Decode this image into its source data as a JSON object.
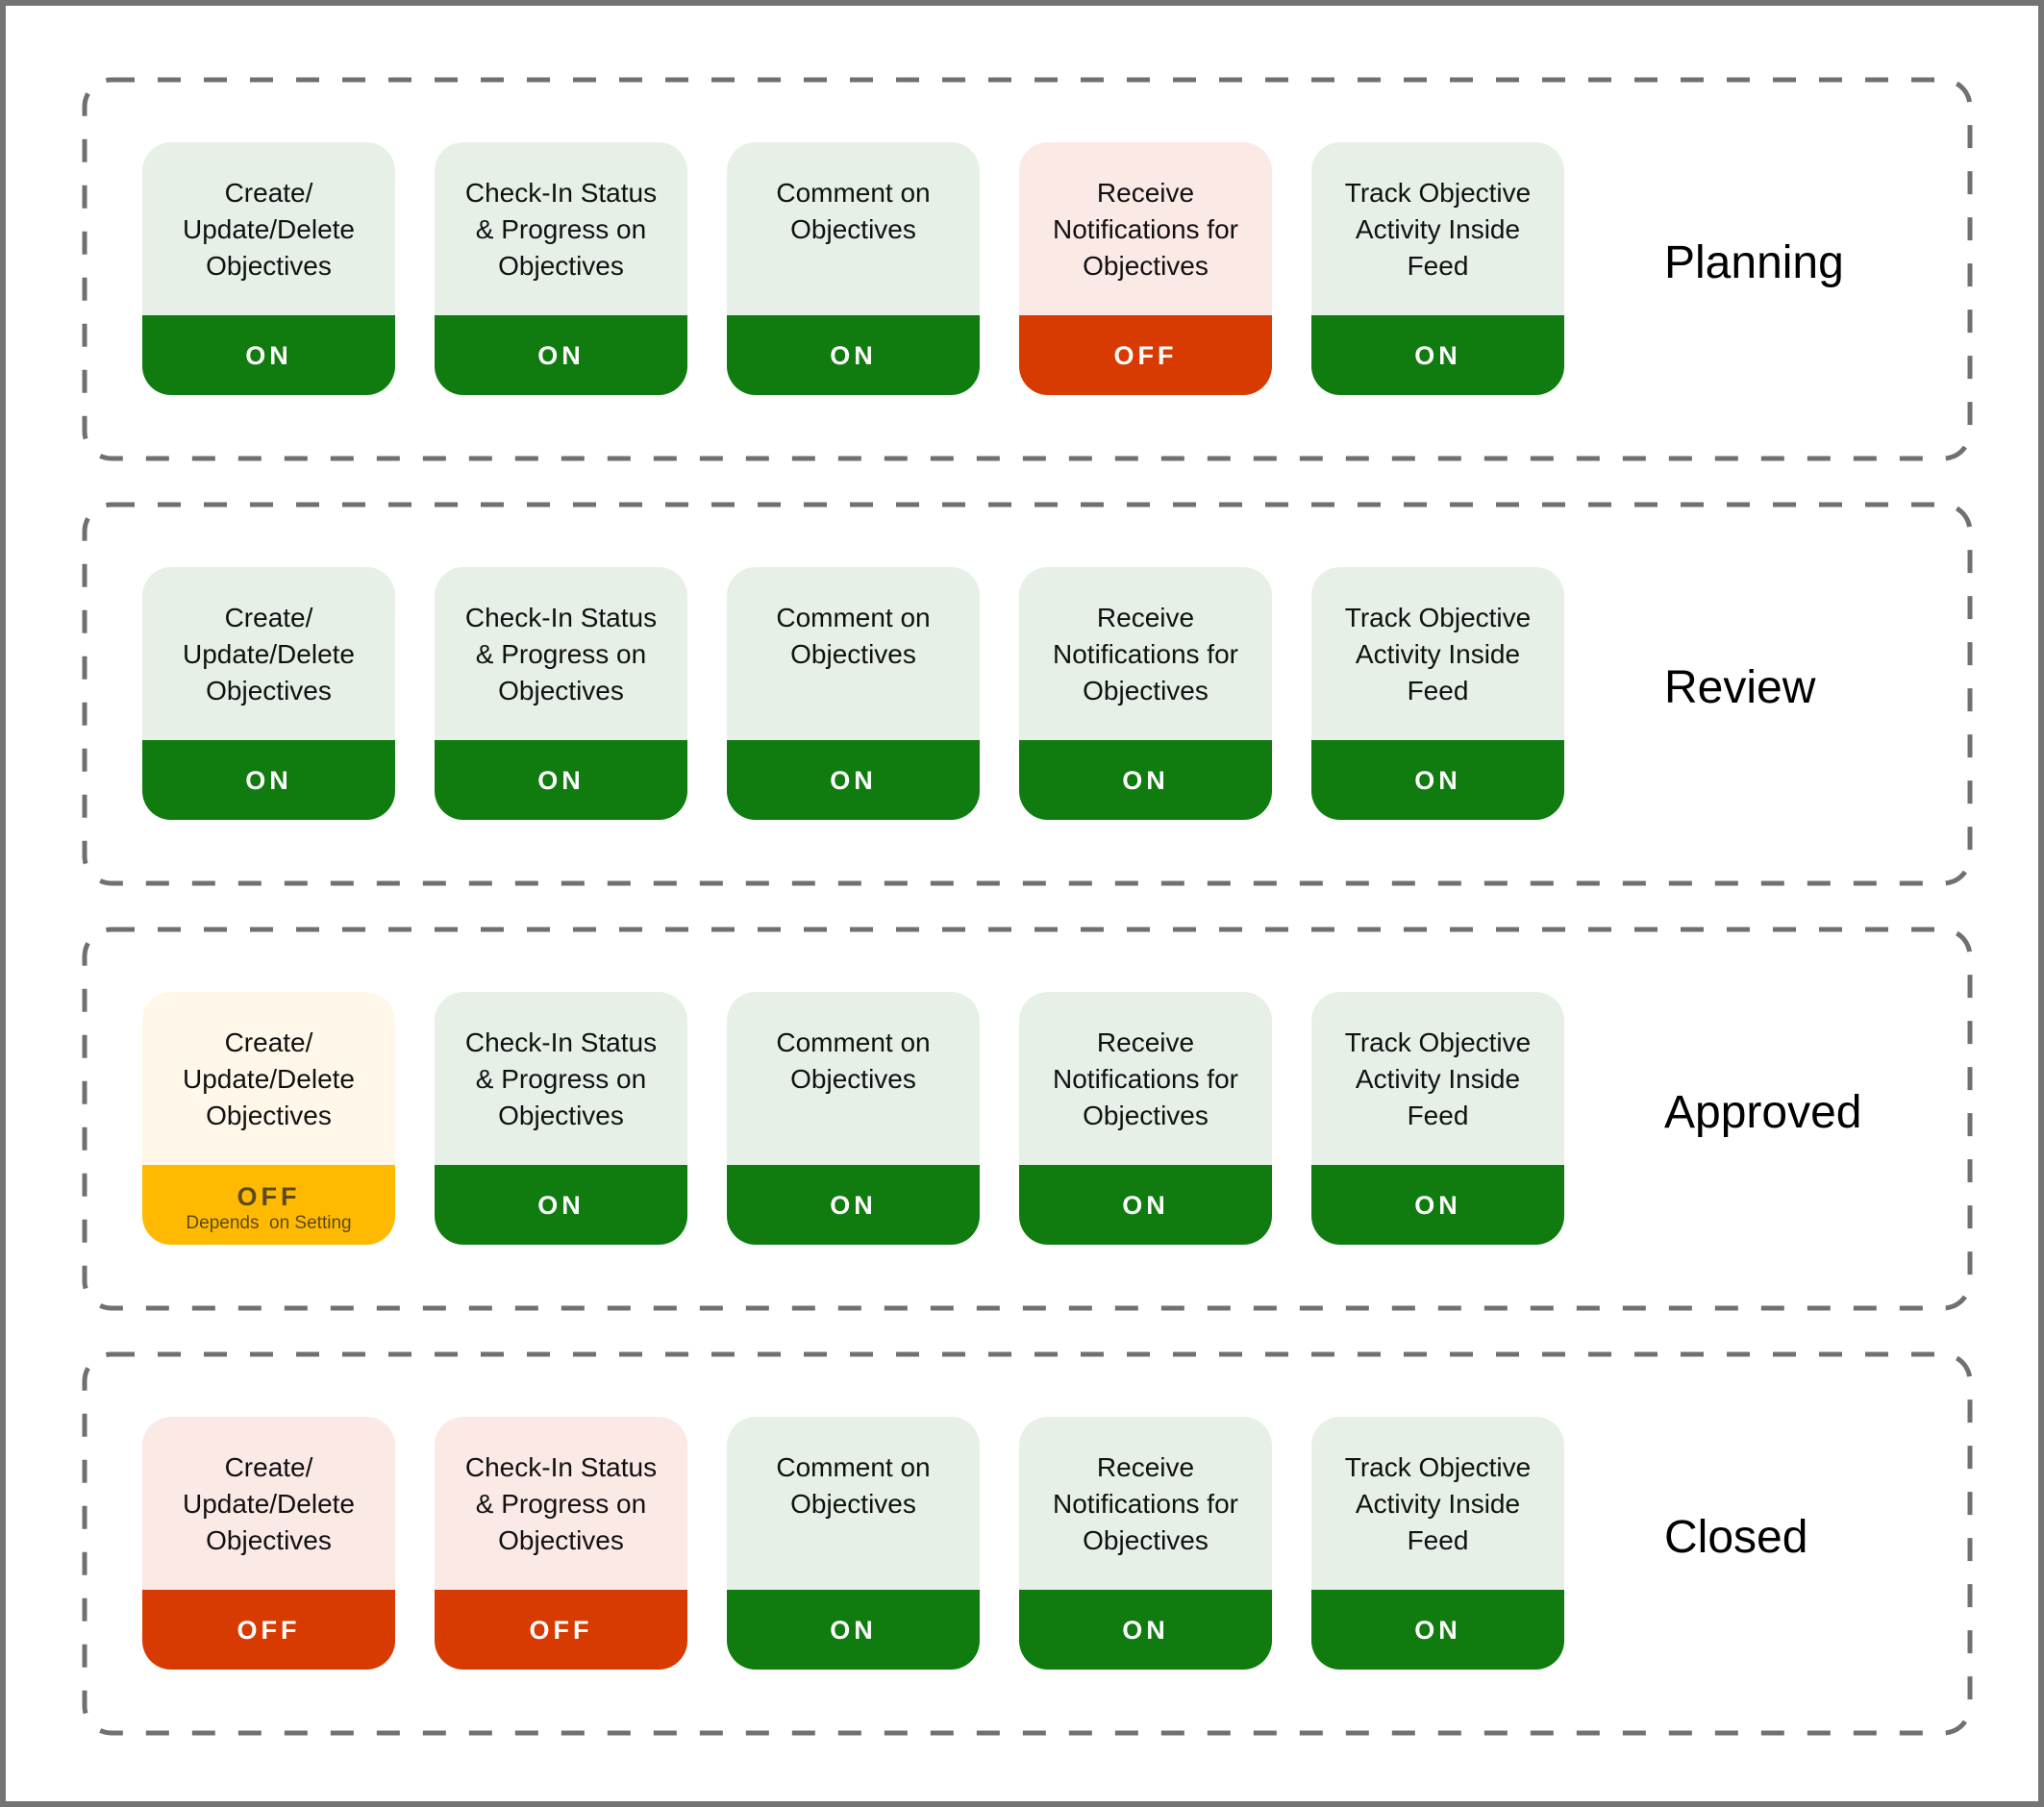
{
  "colors": {
    "on_band": "#107C10",
    "on_bg": "#E6F0E7",
    "off_band": "#D83B01",
    "off_bg": "#FBE9E6",
    "conditional_band": "#FFB900",
    "conditional_bg": "#FFF8EA",
    "dashed_border": "#707070",
    "frame_border": "#747474"
  },
  "features": [
    "Create/ Update/Delete Objectives",
    "Check-In Status & Progress on Objectives",
    "Comment on Objectives",
    "Receive Notifications for Objectives",
    "Track Objective Activity Inside Feed"
  ],
  "stages": [
    {
      "label": "Planning",
      "tiles": [
        {
          "title": "Create/ Update/Delete Objectives",
          "state": "ON",
          "note": ""
        },
        {
          "title": "Check-In Status & Progress on Objectives",
          "state": "ON",
          "note": ""
        },
        {
          "title": "Comment on Objectives",
          "state": "ON",
          "note": ""
        },
        {
          "title": "Receive Notifications for Objectives",
          "state": "OFF",
          "note": ""
        },
        {
          "title": "Track Objective Activity Inside Feed",
          "state": "ON",
          "note": ""
        }
      ]
    },
    {
      "label": "Review",
      "tiles": [
        {
          "title": "Create/ Update/Delete Objectives",
          "state": "ON",
          "note": ""
        },
        {
          "title": "Check-In Status & Progress on Objectives",
          "state": "ON",
          "note": ""
        },
        {
          "title": "Comment on Objectives",
          "state": "ON",
          "note": ""
        },
        {
          "title": "Receive Notifications for Objectives",
          "state": "ON",
          "note": ""
        },
        {
          "title": "Track Objective Activity Inside Feed",
          "state": "ON",
          "note": ""
        }
      ]
    },
    {
      "label": "Approved",
      "tiles": [
        {
          "title": "Create/ Update/Delete Objectives",
          "state": "OFF",
          "note": "Depends  on Setting"
        },
        {
          "title": "Check-In Status & Progress on Objectives",
          "state": "ON",
          "note": ""
        },
        {
          "title": "Comment on Objectives",
          "state": "ON",
          "note": ""
        },
        {
          "title": "Receive Notifications for Objectives",
          "state": "ON",
          "note": ""
        },
        {
          "title": "Track Objective Activity Inside Feed",
          "state": "ON",
          "note": ""
        }
      ]
    },
    {
      "label": "Closed",
      "tiles": [
        {
          "title": "Create/ Update/Delete Objectives",
          "state": "OFF",
          "note": ""
        },
        {
          "title": "Check-In Status & Progress on Objectives",
          "state": "OFF",
          "note": ""
        },
        {
          "title": "Comment on Objectives",
          "state": "ON",
          "note": ""
        },
        {
          "title": "Receive Notifications for Objectives",
          "state": "ON",
          "note": ""
        },
        {
          "title": "Track Objective Activity Inside Feed",
          "state": "ON",
          "note": ""
        }
      ]
    }
  ]
}
